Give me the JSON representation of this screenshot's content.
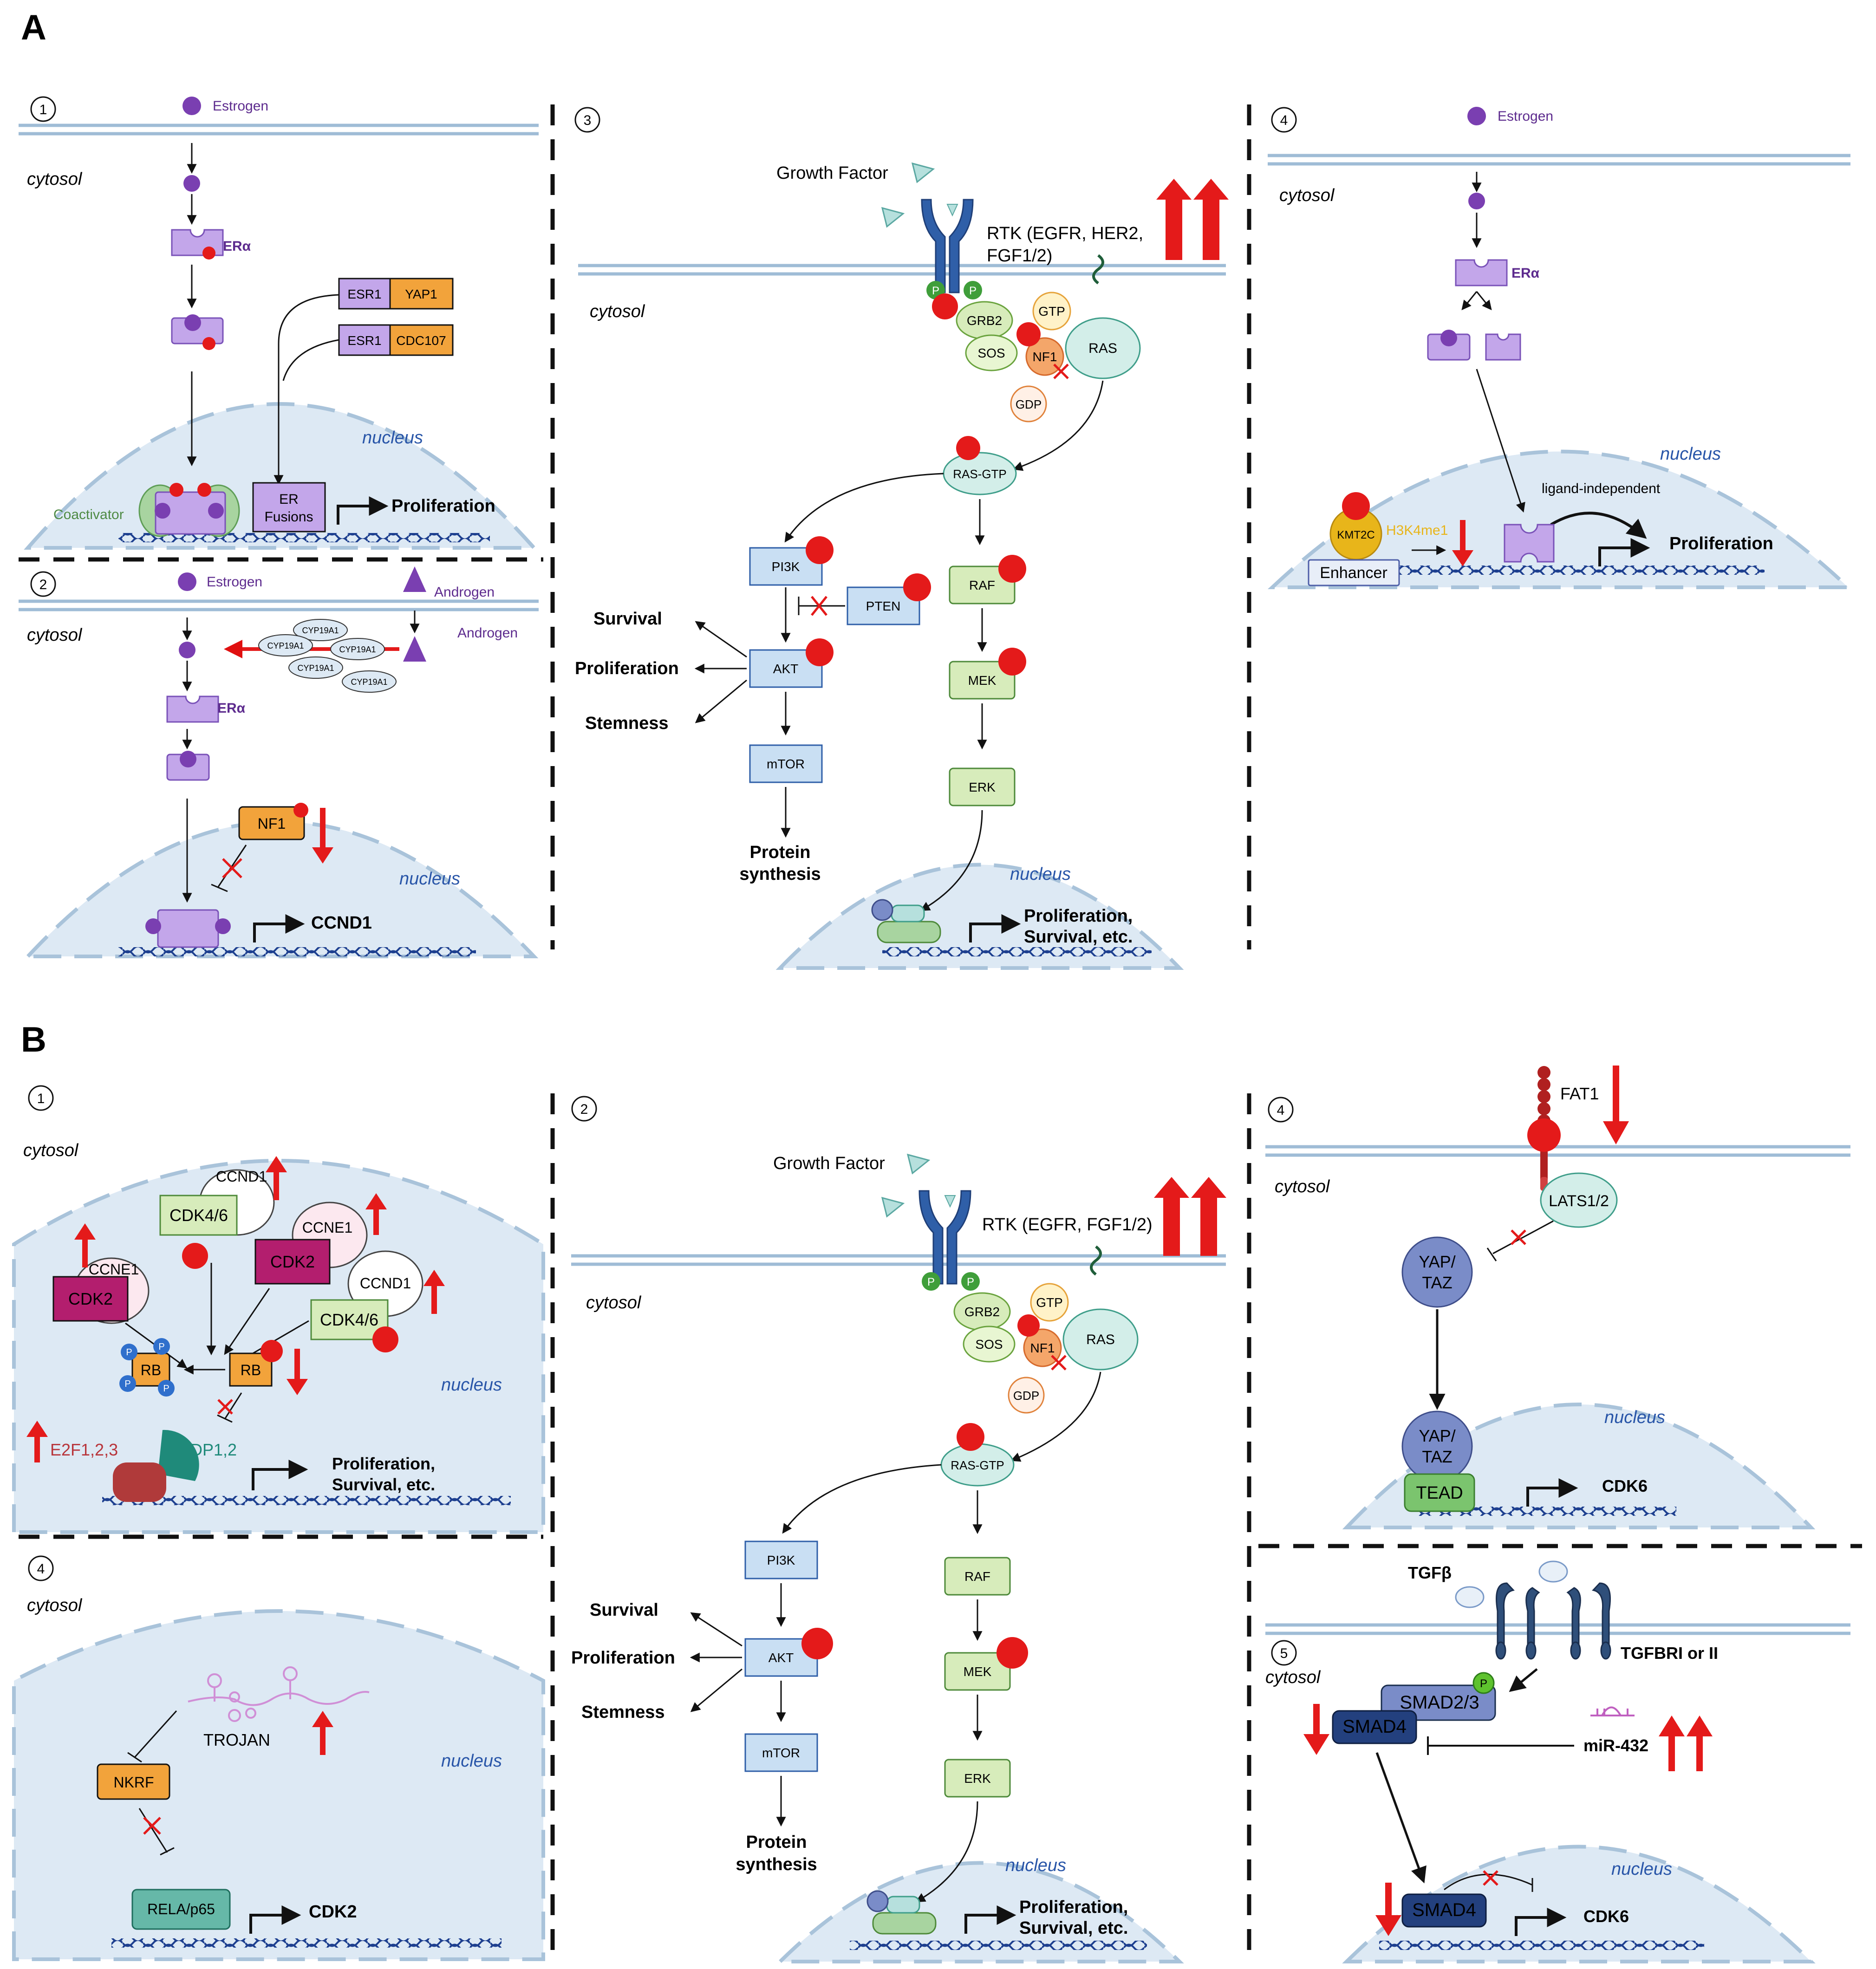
{
  "panels": {
    "A": {
      "letter": "A",
      "num1": "1",
      "num2": "2",
      "num3": "3",
      "num4": "4"
    },
    "B": {
      "letter": "B",
      "num1": "1",
      "num2": "2",
      "num4left": "4",
      "num4right": "4",
      "num5": "5"
    }
  },
  "labels": {
    "cytosol": "cytosol",
    "nucleus": "nucleus"
  },
  "a1": {
    "estrogen": "Estrogen",
    "era": "ERα",
    "esr1": "ESR1",
    "yap1": "YAP1",
    "cdc107": "CDC107",
    "coactivator": "Coactivator",
    "er_fusions_1": "ER",
    "er_fusions_2": "Fusions",
    "proliferation": "Proliferation"
  },
  "a2": {
    "estrogen": "Estrogen",
    "androgen": "Androgen",
    "cyp19a1": "CYP19A1",
    "era": "ERα",
    "nf1": "NF1",
    "ccnd1": "CCND1"
  },
  "a3": {
    "growth_factor": "Growth Factor",
    "rtk_line1": "RTK (EGFR, HER2,",
    "rtk_line2": "FGF1/2)",
    "p": "P",
    "grb2": "GRB2",
    "sos": "SOS",
    "gtp": "GTP",
    "nf1": "NF1",
    "gdp": "GDP",
    "ras": "RAS",
    "ras_gtp": "RAS-GTP",
    "pi3k": "PI3K",
    "pten": "PTEN",
    "akt": "AKT",
    "mtor": "mTOR",
    "raf": "RAF",
    "mek": "MEK",
    "erk": "ERK",
    "survival": "Survival",
    "proliferation": "Proliferation",
    "stemness": "Stemness",
    "protein_1": "Protein",
    "protein_2": "synthesis",
    "out_1": "Proliferation,",
    "out_2": "Survival, etc."
  },
  "a4": {
    "estrogen": "Estrogen",
    "era": "ERα",
    "ligand_independent": "ligand-independent",
    "proliferation": "Proliferation",
    "kmt2c": "KMT2C",
    "h3k4me1": "H3K4me1",
    "enhancer": "Enhancer"
  },
  "b1": {
    "ccne1": "CCNE1",
    "cdk2": "CDK2",
    "ccnd1": "CCND1",
    "cdk46": "CDK4/6",
    "rb": "RB",
    "p": "P",
    "e2f": "E2F1,2,3",
    "dp12": "DP1,2",
    "out_1": "Proliferation,",
    "out_2": "Survival, etc."
  },
  "b4l": {
    "trojan": "TROJAN",
    "nkrf": "NKRF",
    "rela": "RELA/p65",
    "cdk2": "CDK2"
  },
  "b2": {
    "growth_factor": "Growth Factor",
    "rtk": "RTK (EGFR, FGF1/2)",
    "p": "P",
    "grb2": "GRB2",
    "sos": "SOS",
    "gtp": "GTP",
    "nf1": "NF1",
    "gdp": "GDP",
    "ras": "RAS",
    "ras_gtp": "RAS-GTP",
    "pi3k": "PI3K",
    "akt": "AKT",
    "mtor": "mTOR",
    "raf": "RAF",
    "mek": "MEK",
    "erk": "ERK",
    "survival": "Survival",
    "proliferation": "Proliferation",
    "stemness": "Stemness",
    "protein_1": "Protein",
    "protein_2": "synthesis",
    "out_1": "Proliferation,",
    "out_2": "Survival, etc."
  },
  "b4r": {
    "fat1": "FAT1",
    "lats": "LATS1/2",
    "yap_1": "YAP/",
    "yap_2": "TAZ",
    "tead": "TEAD",
    "cdk6": "CDK6"
  },
  "b5": {
    "tgfb": "TGFβ",
    "tgfbr": "TGFBRI or II",
    "p": "P",
    "smad23": "SMAD2/3",
    "smad4": "SMAD4",
    "mir432": "miR-432",
    "cdk6": "CDK6"
  }
}
